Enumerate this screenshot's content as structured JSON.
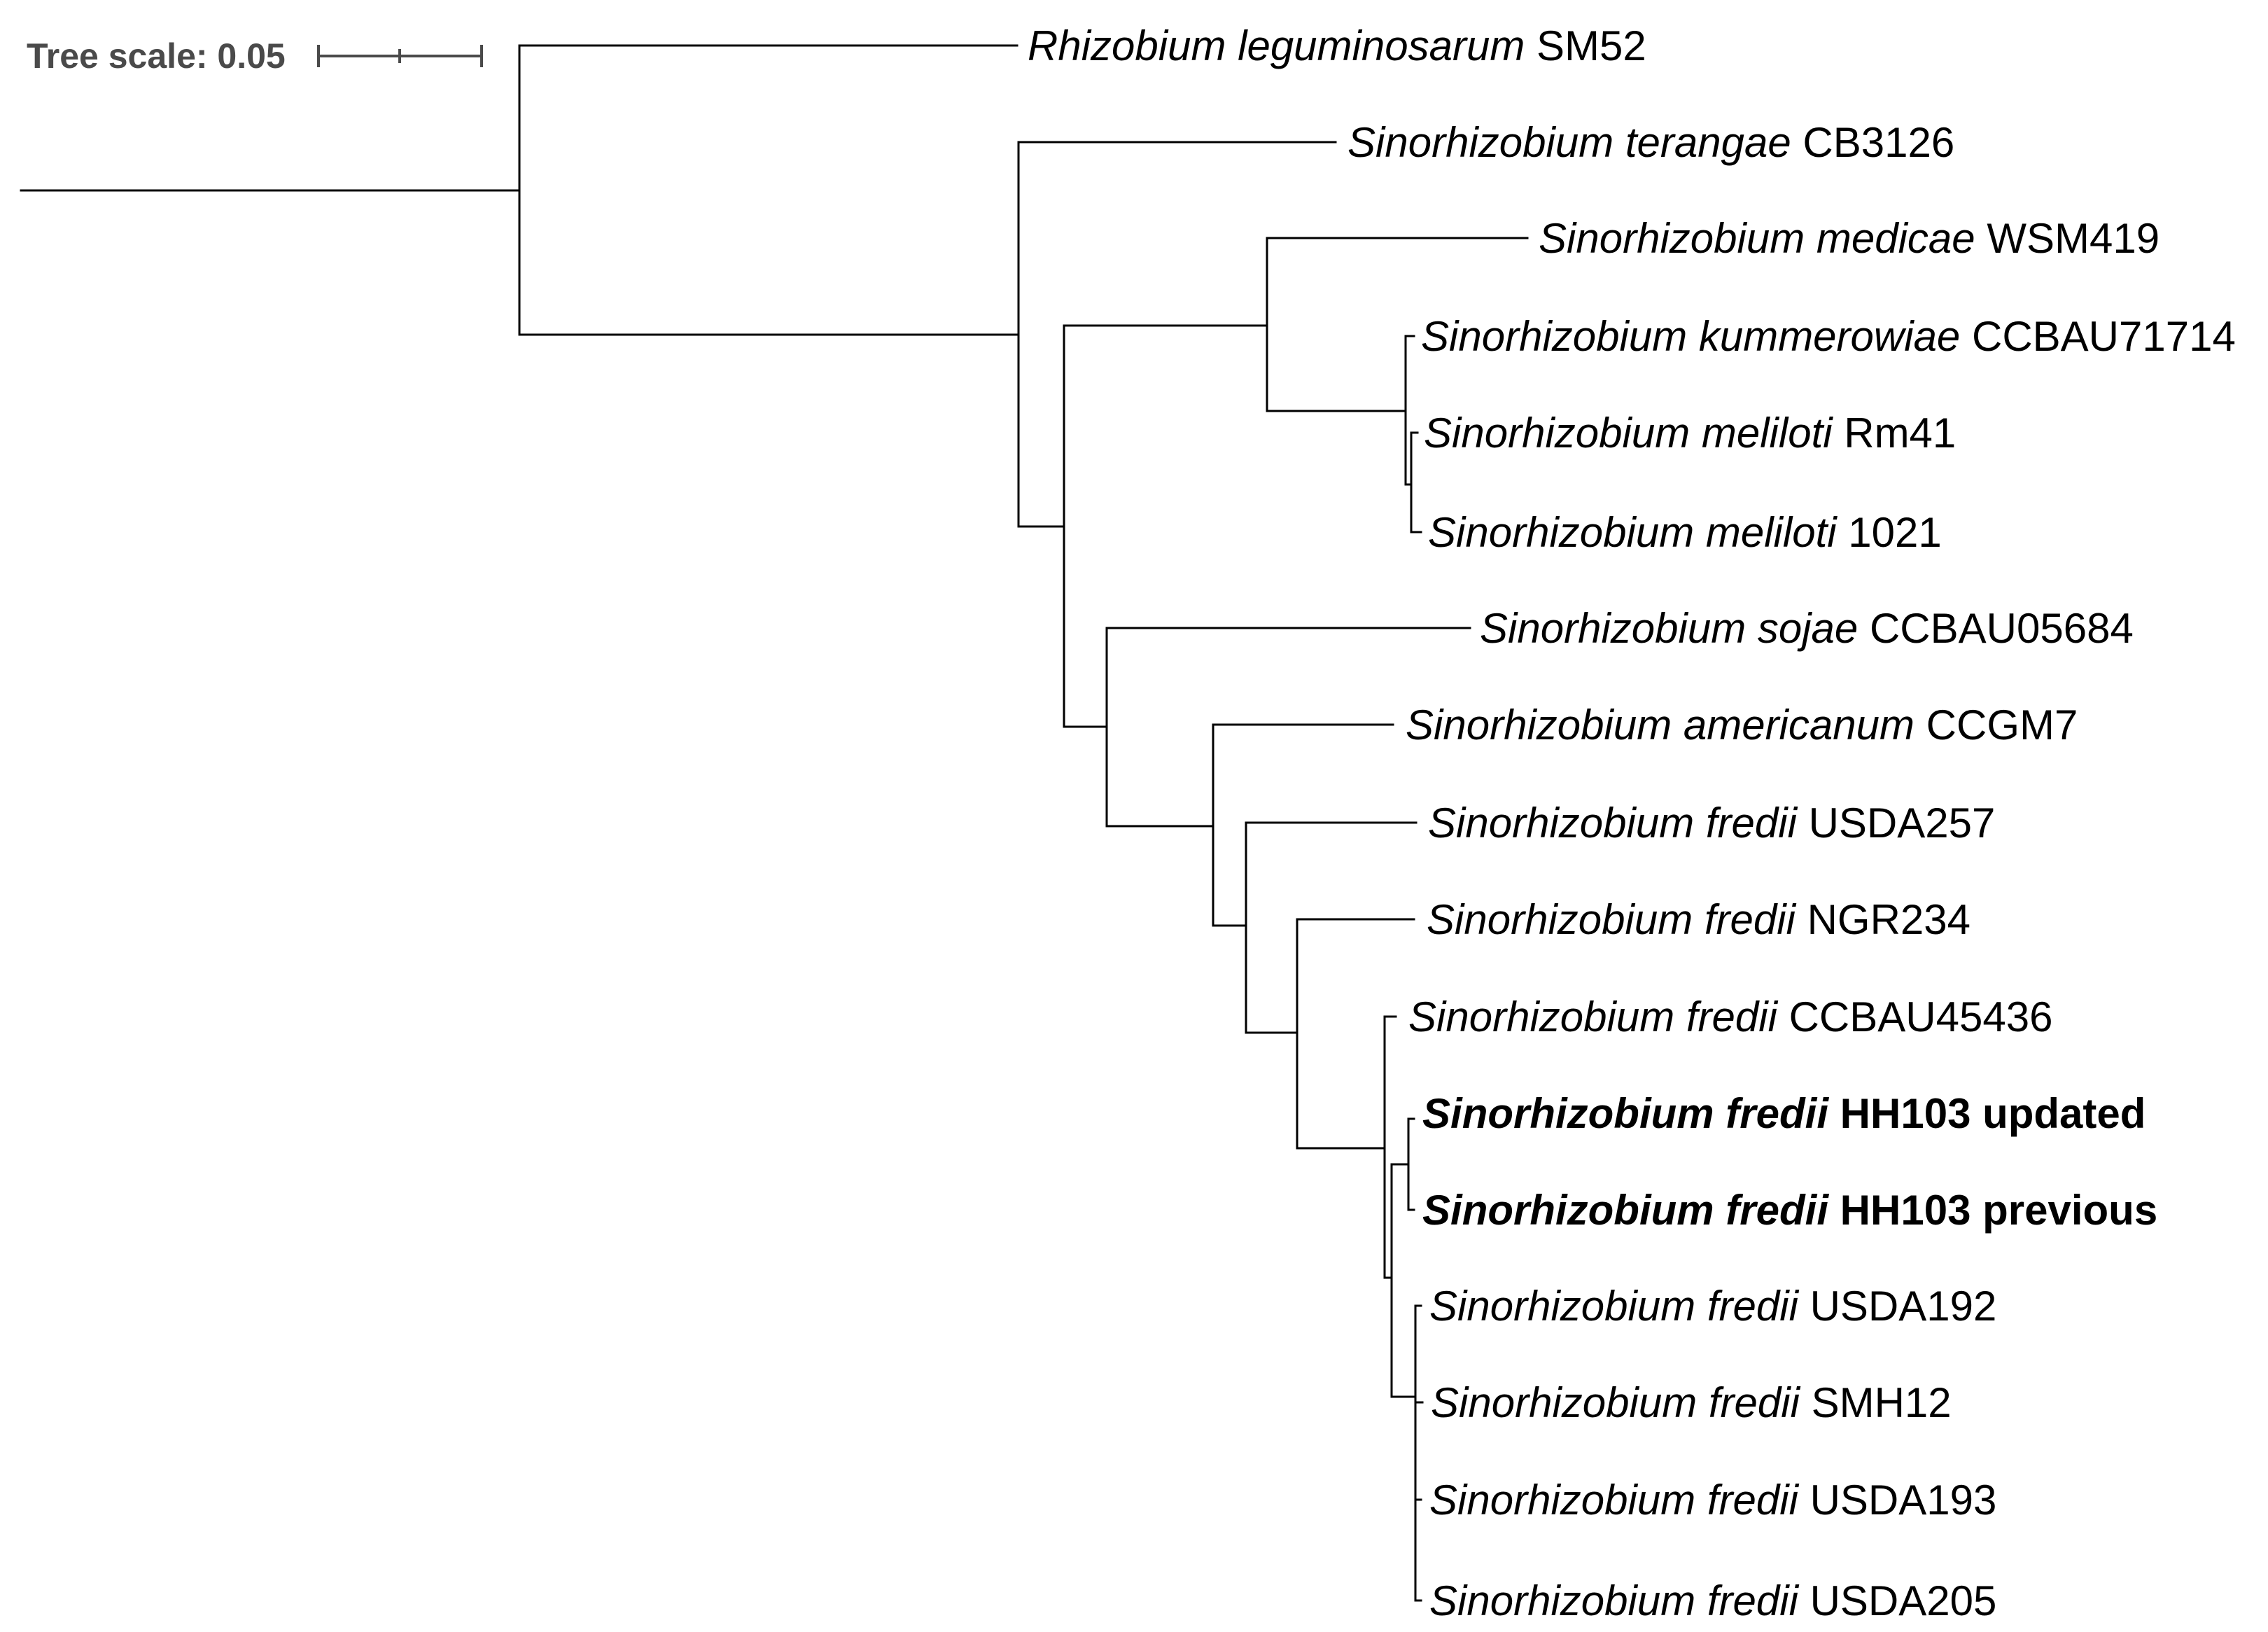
{
  "scale": {
    "label": "Tree scale: 0.05"
  },
  "leaves": [
    {
      "species": "Rhizobium leguminosarum",
      "strain": "SM52",
      "bold": false
    },
    {
      "species": "Sinorhizobium terangae",
      "strain": "CB3126",
      "bold": false
    },
    {
      "species": "Sinorhizobium medicae",
      "strain": "WSM419",
      "bold": false
    },
    {
      "species": "Sinorhizobium kummerowiae",
      "strain": "CCBAU71714",
      "bold": false
    },
    {
      "species": "Sinorhizobium meliloti",
      "strain": "Rm41",
      "bold": false
    },
    {
      "species": "Sinorhizobium meliloti",
      "strain": "1021",
      "bold": false
    },
    {
      "species": "Sinorhizobium sojae",
      "strain": "CCBAU05684",
      "bold": false
    },
    {
      "species": "Sinorhizobium americanum",
      "strain": "CCGM7",
      "bold": false
    },
    {
      "species": "Sinorhizobium fredii",
      "strain": "USDA257",
      "bold": false
    },
    {
      "species": "Sinorhizobium fredii",
      "strain": "NGR234",
      "bold": false
    },
    {
      "species": "Sinorhizobium fredii",
      "strain": "CCBAU45436",
      "bold": false
    },
    {
      "species": "Sinorhizobium fredii",
      "strain": "HH103 updated",
      "bold": true
    },
    {
      "species": "Sinorhizobium fredii",
      "strain": "HH103 previous",
      "bold": true
    },
    {
      "species": "Sinorhizobium fredii",
      "strain": "USDA192",
      "bold": false
    },
    {
      "species": "Sinorhizobium fredii",
      "strain": "SMH12",
      "bold": false
    },
    {
      "species": "Sinorhizobium fredii",
      "strain": "USDA193",
      "bold": false
    },
    {
      "species": "Sinorhizobium fredii",
      "strain": "USDA205",
      "bold": false
    }
  ]
}
